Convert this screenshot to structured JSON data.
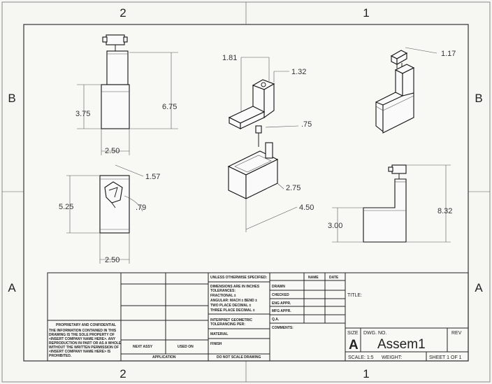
{
  "zones": {
    "top_left": "2",
    "top_right": "1",
    "bottom_left": "2",
    "bottom_right": "1",
    "left_upper": "B",
    "left_lower": "A",
    "right_upper": "B",
    "right_lower": "A"
  },
  "dimensions": {
    "front_height_small": "3.75",
    "front_height_total": "6.75",
    "front_width": "2.50",
    "top_angle": "1.57",
    "top_height": "5.25",
    "top_angle2": ".79",
    "top_width": "2.50",
    "iso_w1": "1.81",
    "iso_w2": "1.32",
    "iso_d1": ".75",
    "iso_d2": "2.75",
    "iso_d3": "4.50",
    "iso_small": "1.17",
    "side_height_total": "8.32",
    "side_height_base": "3.00"
  },
  "title_block": {
    "prop_title": "PROPRIETARY AND CONFIDENTIAL",
    "prop_lines": [
      "THE INFORMATION CONTAINED IN THIS",
      "DRAWING IS THE SOLE PROPERTY OF",
      "<INSERT COMPANY NAME HERE>. ANY",
      "REPRODUCTION IN PART OR AS A WHOLE",
      "WITHOUT THE WRITTEN PERMISSION OF",
      "<INSERT COMPANY NAME HERE> IS",
      "PROHIBITED."
    ],
    "next_assy": "NEXT ASSY",
    "used_on": "USED ON",
    "application": "APPLICATION",
    "unless": "UNLESS OTHERWISE SPECIFIED:",
    "tol_lines": [
      "DIMENSIONS ARE IN INCHES",
      "TOLERANCES:",
      "FRACTIONAL ±",
      "ANGULAR: MACH ±   BEND ±",
      "TWO PLACE DECIMAL    ±",
      "THREE PLACE DECIMAL  ±"
    ],
    "interpret": "INTERPRET GEOMETRIC",
    "tolerancing": "TOLERANCING PER:",
    "material": "MATERIAL",
    "finish": "FINISH",
    "do_not_scale": "DO NOT SCALE DRAWING",
    "name": "NAME",
    "date": "DATE",
    "rows": [
      "DRAWN",
      "CHECKED",
      "ENG APPR.",
      "MFG APPR.",
      "Q.A."
    ],
    "comments": "COMMENTS:",
    "title_label": "TITLE:",
    "size_label": "SIZE",
    "size_value": "A",
    "dwg_label": "DWG.  NO.",
    "dwg_value": "Assem1",
    "rev_label": "REV",
    "scale": "SCALE: 1:5",
    "weight": "WEIGHT:",
    "sheet": "SHEET 1 OF 1"
  }
}
